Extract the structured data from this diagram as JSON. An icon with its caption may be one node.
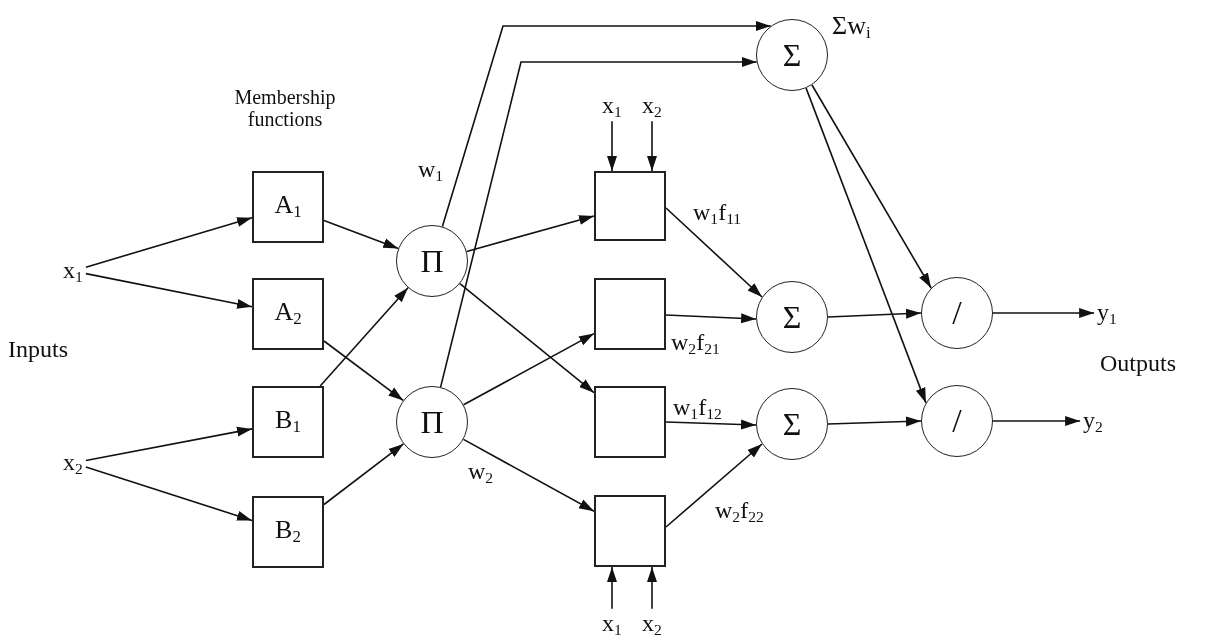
{
  "diagram": {
    "nodes": [
      {
        "text": [
          "x$_{1}$"
        ]
      },
      {
        "text": [
          "x$_{2}$"
        ]
      },
      {
        "text": [
          "A$_{1}$"
        ]
      },
      {
        "text": [
          "A$_{2}$"
        ]
      },
      {
        "text": [
          "B$_{1}$"
        ]
      },
      {
        "text": [
          "B$_{2}$"
        ]
      },
      {
        "text": [
          "Π"
        ]
      },
      {
        "text": [
          "Π"
        ]
      },
      {
        "text": [],
        "shape": "box"
      },
      {
        "text": [],
        "shape": "box"
      },
      {
        "text": [],
        "shape": "box"
      },
      {
        "text": [],
        "shape": "box"
      },
      {
        "text": [
          "Σ"
        ],
        "beside": [
          "Σw$_{i}$"
        ]
      },
      {
        "text": [
          "Σ"
        ]
      },
      {
        "text": [
          "Σ"
        ]
      },
      {
        "text": [
          "/"
        ]
      },
      {
        "text": [
          "/"
        ]
      },
      {
        "text": [
          "y$_{1}$"
        ]
      },
      {
        "text": [
          "y$_{2}$"
        ]
      },
      {
        "text": [
          "x$_{1}$"
        ]
      },
      {
        "text": [
          "x$_{2}$"
        ]
      },
      {
        "text": [
          "x$_{1}$"
        ]
      },
      {
        "text": [
          "x$_{2}$"
        ]
      }
    ],
    "edges": [
      {
        "from": 0,
        "to": 2,
        "arrow": "to"
      },
      {
        "from": 0,
        "to": 3,
        "arrow": "to"
      },
      {
        "from": 1,
        "to": 4,
        "arrow": "to"
      },
      {
        "from": 1,
        "to": 5,
        "arrow": "to"
      },
      {
        "from": 2,
        "to": 6,
        "arrow": "to"
      },
      {
        "from": 4,
        "to": 6,
        "arrow": "to"
      },
      {
        "from": 3,
        "to": 7,
        "arrow": "to"
      },
      {
        "from": 5,
        "to": 7,
        "arrow": "to"
      },
      {
        "from": 6,
        "to": 8,
        "arrow": "to"
      },
      {
        "from": 6,
        "to": 10,
        "arrow": "to"
      },
      {
        "from": 7,
        "to": 9,
        "arrow": "to"
      },
      {
        "from": 7,
        "to": 11,
        "arrow": "to"
      },
      {
        "from": 6,
        "to": 12,
        "arrow": "to"
      },
      {
        "from": 7,
        "to": 12,
        "arrow": "to"
      },
      {
        "from": 8,
        "to": 13,
        "arrow": "to",
        "label": "w$_{1}$f$_{11}$"
      },
      {
        "from": 9,
        "to": 13,
        "arrow": "to",
        "label": "w$_{2}$f$_{21}$"
      },
      {
        "from": 10,
        "to": 14,
        "arrow": "to",
        "label": "w$_{1}$f$_{12}$"
      },
      {
        "from": 11,
        "to": 14,
        "arrow": "to",
        "label": "w$_{2}$f$_{22}$"
      },
      {
        "from": 13,
        "to": 15,
        "arrow": "to"
      },
      {
        "from": 14,
        "to": 16,
        "arrow": "to"
      },
      {
        "from": 12,
        "to": 15,
        "arrow": "to"
      },
      {
        "from": 12,
        "to": 16,
        "arrow": "to"
      },
      {
        "from": 15,
        "to": 17,
        "arrow": "to"
      },
      {
        "from": 16,
        "to": 18,
        "arrow": "to"
      },
      {
        "from": 19,
        "to": 8,
        "arrow": "to"
      },
      {
        "from": 20,
        "to": 8,
        "arrow": "to"
      },
      {
        "from": 21,
        "to": 11,
        "arrow": "to"
      },
      {
        "from": 22,
        "to": 11,
        "arrow": "to"
      }
    ],
    "labels": [
      "Membership functions",
      "w$_{1}$",
      "Inputs",
      "Outputs",
      "w$_{2}$"
    ]
  }
}
